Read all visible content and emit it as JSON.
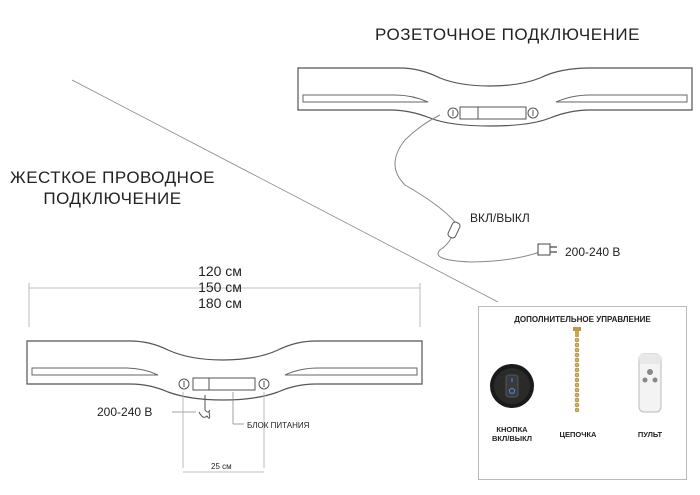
{
  "sections": {
    "socket_title": "РОЗЕТОЧНОЕ ПОДКЛЮЧЕНИЕ",
    "hardwired_title_line1": "ЖЕСТКОЕ ПРОВОДНОЕ",
    "hardwired_title_line2": "ПОДКЛЮЧЕНИЕ"
  },
  "socket": {
    "switch_label": "ВКЛ/ВЫКЛ",
    "voltage_label": "200-240 В"
  },
  "hardwired": {
    "widths": [
      "120 см",
      "150 см",
      "180 см"
    ],
    "voltage_label": "200-240 В",
    "power_unit_label": "БЛОК ПИТАНИЯ",
    "spacing_label": "25 см"
  },
  "extra_control": {
    "title": "ДОПОЛНИТЕЛЬНОЕ УПРАВЛЕНИЕ",
    "options": [
      {
        "line1": "КНОПКА",
        "line2": "ВКЛ/ВЫКЛ",
        "icon": "rocker-switch-icon"
      },
      {
        "line1": "ЦЕПОЧКА",
        "line2": "",
        "icon": "pull-chain-icon"
      },
      {
        "line1": "ПУЛЬТ",
        "line2": "",
        "icon": "remote-control-icon"
      }
    ]
  }
}
